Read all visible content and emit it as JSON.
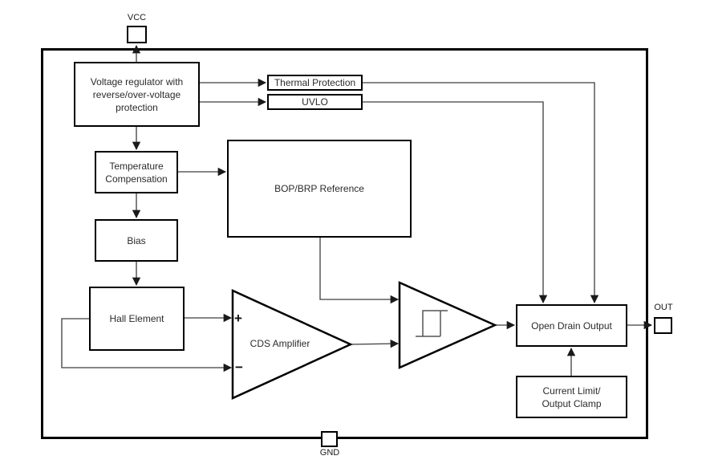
{
  "diagram": {
    "description": "Hall-effect sensor IC functional block diagram",
    "pins": {
      "vcc": {
        "label": "VCC"
      },
      "gnd": {
        "label": "GND"
      },
      "out": {
        "label": "OUT"
      }
    },
    "blocks": {
      "voltage_regulator": {
        "lines": [
          "Voltage regulator with",
          "reverse/over-voltage",
          "protection"
        ]
      },
      "thermal_protection": {
        "label": "Thermal Protection"
      },
      "uvlo": {
        "label": "UVLO"
      },
      "temperature_compensation": {
        "lines": [
          "Temperature",
          "Compensation"
        ]
      },
      "bop_brp_reference": {
        "label": "BOP/BRP Reference"
      },
      "bias": {
        "label": "Bias"
      },
      "hall_element": {
        "label": "Hall Element"
      },
      "cds_amplifier": {
        "label": "CDS Amplifier",
        "plus_input": "+",
        "minus_input": "−"
      },
      "comparator": {
        "symbol": "hysteresis"
      },
      "open_drain_output": {
        "label": "Open Drain Output"
      },
      "current_limit_output_clamp": {
        "lines": [
          "Current Limit/",
          "Output Clamp"
        ]
      }
    },
    "colors": {
      "background": "#ffffff",
      "box_border": "#000000",
      "connector": "#3d3d3d",
      "text": "#2b2b2b"
    }
  }
}
